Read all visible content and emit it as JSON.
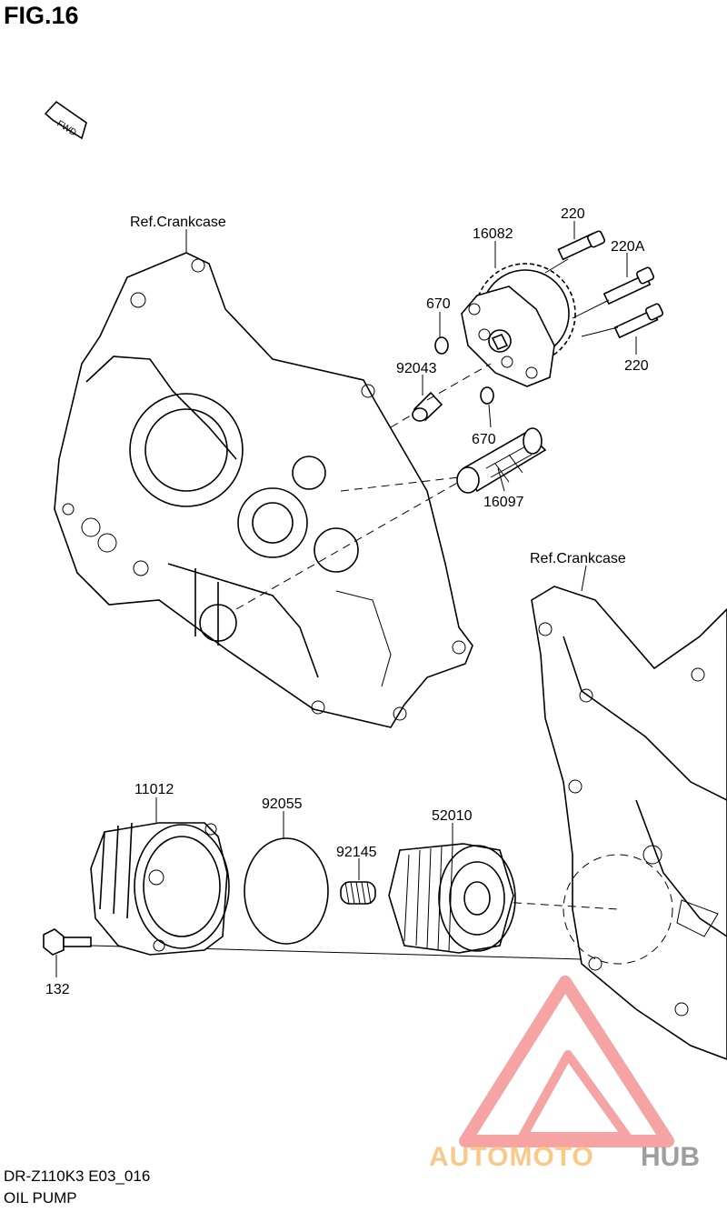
{
  "figure": {
    "title": "FIG.16",
    "model_code": "DR-Z110K3 E03_016",
    "section": "OIL PUMP",
    "direction_tag": "FWD"
  },
  "labels": {
    "crankcase_left": "Ref.Crankcase",
    "crankcase_right": "Ref.Crankcase",
    "p16082": "16082",
    "p220_top": "220",
    "p220a": "220A",
    "p220_bottom": "220",
    "p670_top": "670",
    "p670_bottom": "670",
    "p92043": "92043",
    "p16097": "16097",
    "p11012": "11012",
    "p92055": "92055",
    "p92145": "92145",
    "p52010": "52010",
    "p132": "132"
  },
  "watermark": {
    "part1": "AUTOMOTO",
    "part2": "HUB",
    "color_logo": "#f5a3a3",
    "color_text": "#f9c98a",
    "color_hub": "#9e9e9e",
    "icon": "triangle-m-logo"
  }
}
